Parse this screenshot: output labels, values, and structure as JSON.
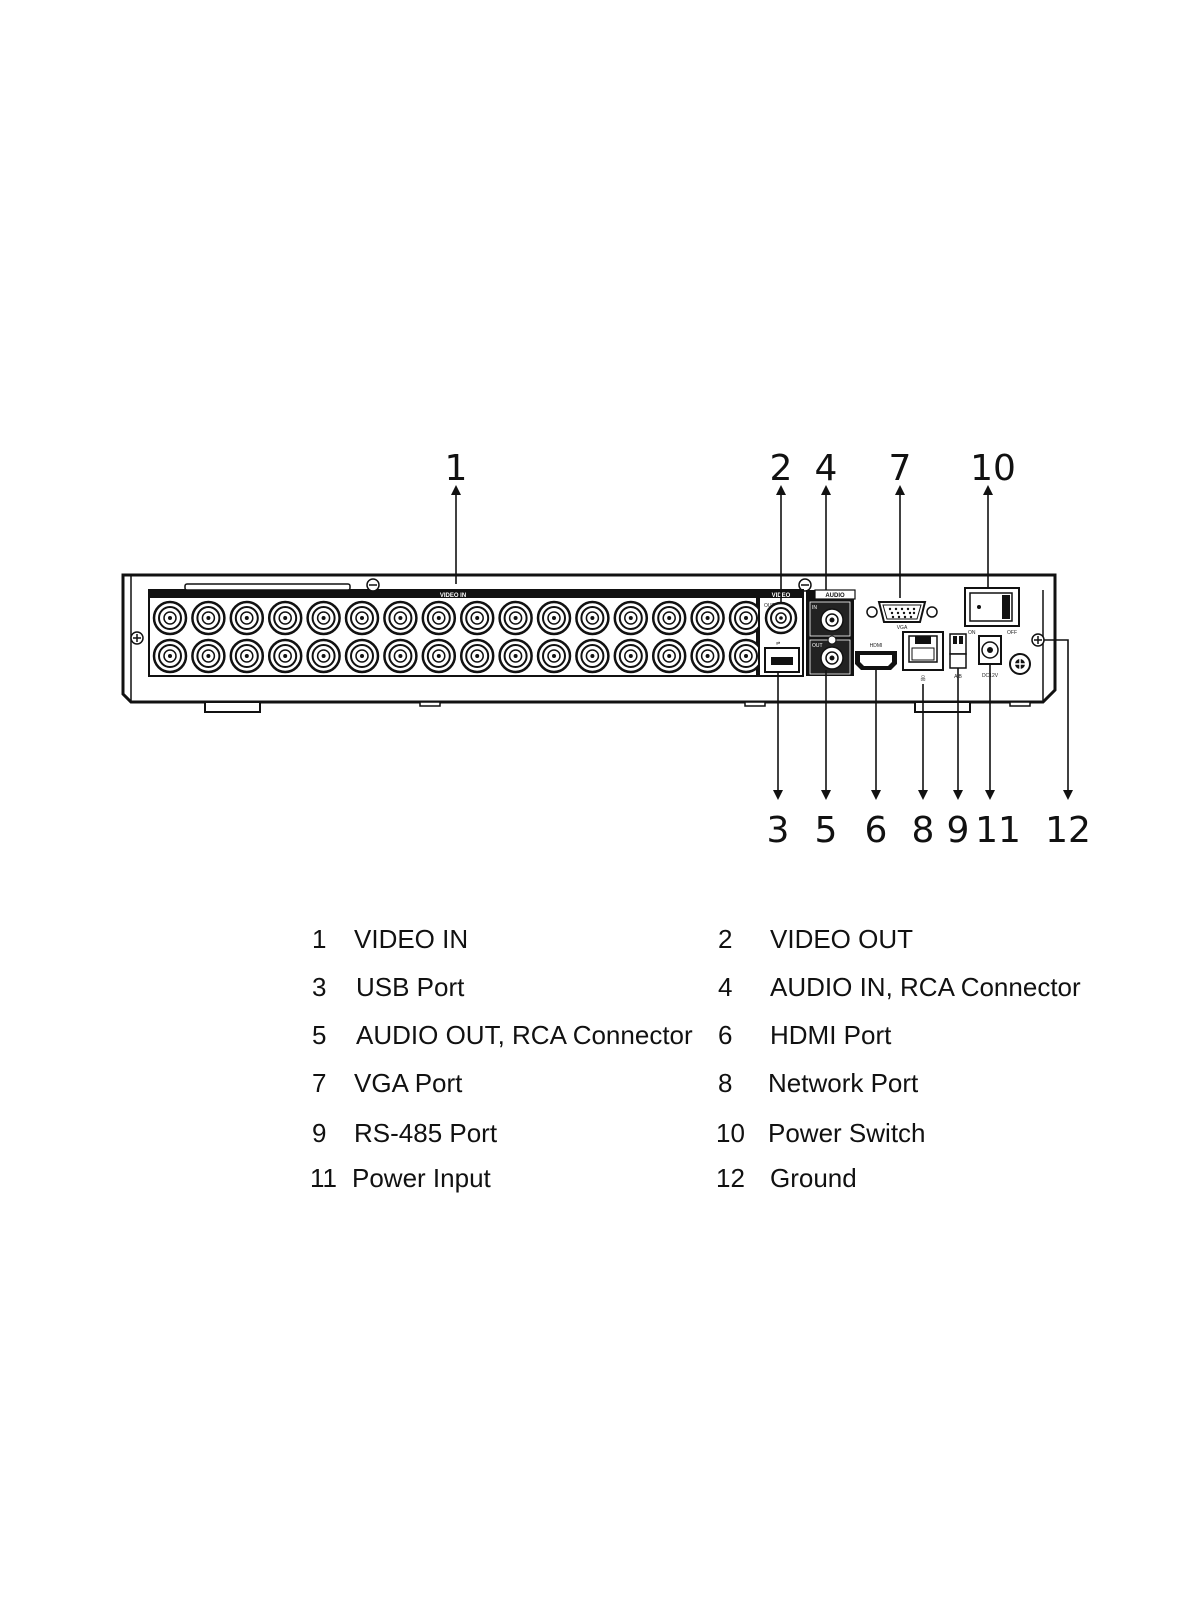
{
  "panel": {
    "video_in_label": "VIDEO IN",
    "video_out_label": "VIDEO",
    "video_out_sub": "OUT",
    "audio_label": "AUDIO",
    "audio_in_sub": "IN",
    "audio_out_sub": "OUT",
    "vga_label": "VGA",
    "switch_on": "ON",
    "switch_off": "OFF",
    "rs485_label": "A  B",
    "power_label": "DC12V",
    "hdmi_label": "HDMI"
  },
  "callouts_top": [
    "1",
    "2",
    "4",
    "7",
    "10"
  ],
  "callouts_bottom": [
    "3",
    "5",
    "6",
    "8",
    "9",
    "11",
    "12"
  ],
  "legend": [
    {
      "num": "1",
      "label": "VIDEO IN"
    },
    {
      "num": "2",
      "label": "VIDEO OUT"
    },
    {
      "num": "3",
      "label": "USB Port"
    },
    {
      "num": "4",
      "label": "AUDIO IN, RCA Connector"
    },
    {
      "num": "5",
      "label": "AUDIO OUT, RCA Connector"
    },
    {
      "num": "6",
      "label": "HDMI Port"
    },
    {
      "num": "7",
      "label": "VGA Port"
    },
    {
      "num": "8",
      "label": "Network Port"
    },
    {
      "num": "9",
      "label": "RS-485 Port"
    },
    {
      "num": "10",
      "label": "Power Switch"
    },
    {
      "num": "11",
      "label": "Power Input"
    },
    {
      "num": "12",
      "label": "Ground"
    }
  ]
}
